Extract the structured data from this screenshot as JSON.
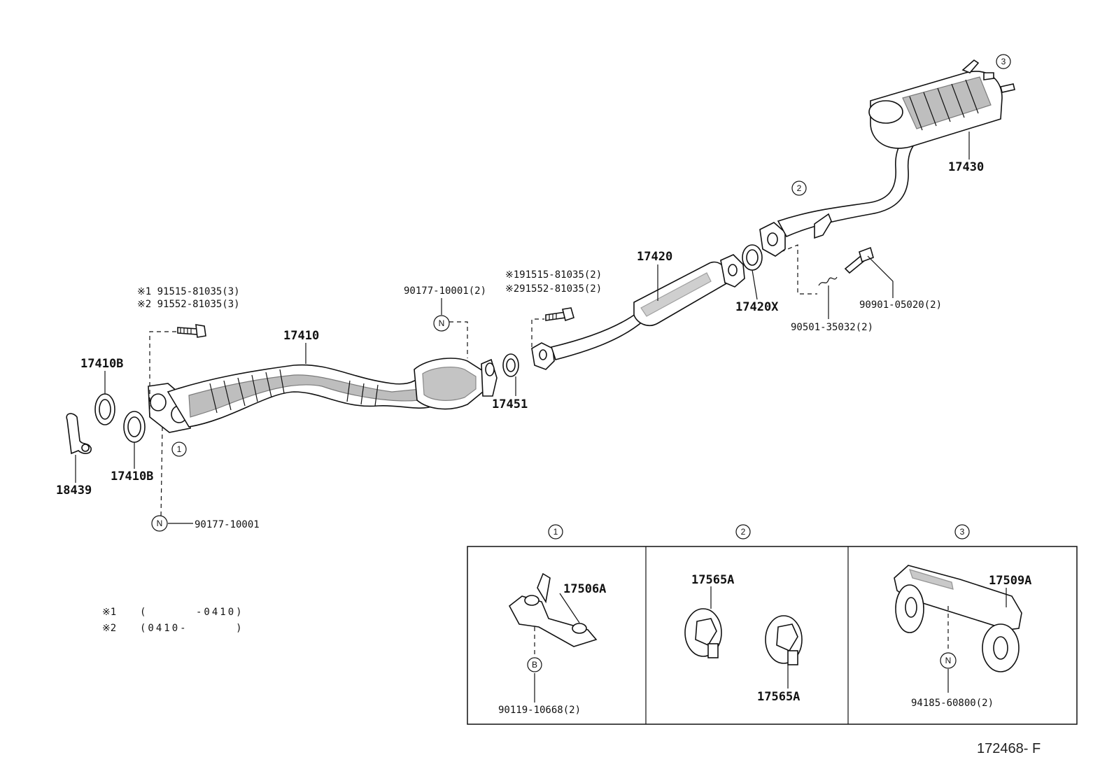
{
  "labels": {
    "p_17410": "17410",
    "p_17410b_a": "17410B",
    "p_17410b_b": "17410B",
    "p_18439": "18439",
    "p_17451": "17451",
    "p_17420": "17420",
    "p_17420x": "17420X",
    "p_17430": "17430",
    "p_90177_main": "90177-10001",
    "p_90177_2": "90177-10001(2)",
    "p_bolt_left_1": "※1 91515-81035(3)",
    "p_bolt_left_2": "※2 91552-81035(3)",
    "p_bolt_mid_1": "※191515-81035(2)",
    "p_bolt_mid_2": "※291552-81035(2)",
    "p_90901": "90901-05020(2)",
    "p_90501": "90501-35032(2)",
    "p_17506a": "17506A",
    "p_90119": "90119-10668(2)",
    "p_17565a_top": "17565A",
    "p_17565a_bot": "17565A",
    "p_17509a": "17509A",
    "p_94185": "94185-60800(2)"
  },
  "refs": {
    "r1": "1",
    "r2": "2",
    "r3": "3",
    "n": "N",
    "b": "B"
  },
  "notes": {
    "n1_mark": "※1",
    "n1_range": "(      -0410)",
    "n2_mark": "※2",
    "n2_range": "(0410-      )"
  },
  "figure_code": "172468- F"
}
